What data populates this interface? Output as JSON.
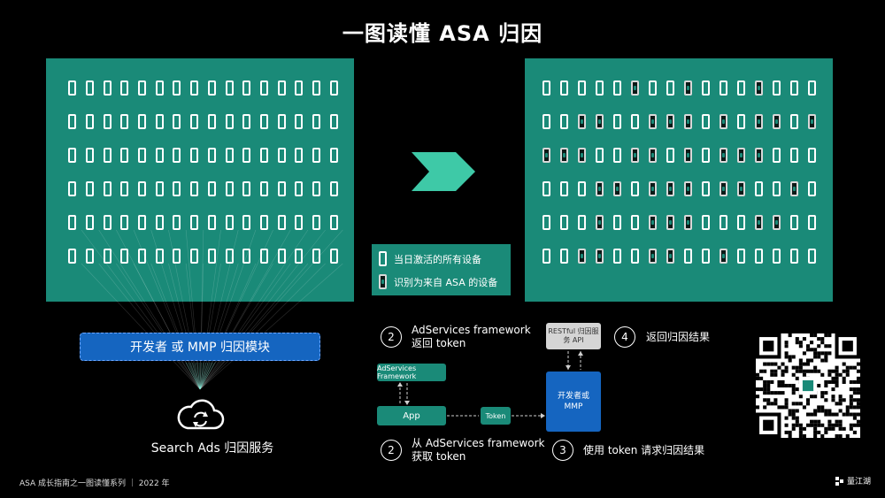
{
  "title": "一图读懂 ASA 归因",
  "legend": {
    "all_devices": "当日激活的所有设备",
    "asa_devices": "识别为来自 ASA 的设备"
  },
  "module_label": "开发者 或 MMP 归因模块",
  "search_ads_label": "Search Ads 归因服务",
  "flow": {
    "step2a_num": "2",
    "step2a_line1": "AdServices framework",
    "step2a_line2": "返回 token",
    "step4_num": "4",
    "step4_label": "返回归因结果",
    "step2b_num": "2",
    "step2b_line1": "从 AdServices framework",
    "step2b_line2": "获取 token",
    "step3_num": "3",
    "step3_label": "使用 token 请求归因结果",
    "box_framework": "AdServices Framework",
    "box_app": "App",
    "box_token": "Token",
    "box_restful_line1": "RESTful 归因服",
    "box_restful_line2": "务 API",
    "box_dev_line1": "开发者或",
    "box_dev_line2": "MMP"
  },
  "footer": "ASA 成长指南之一图读懂系列 ｜ 2022 年",
  "brand": "量江湖",
  "grid": {
    "rows": 6,
    "cols": 16,
    "asa_devices_by_row": [
      [
        5,
        8,
        12
      ],
      [
        2,
        3,
        6,
        7,
        8,
        10,
        12,
        13,
        15
      ],
      [
        0,
        1,
        2,
        5,
        6,
        8,
        10,
        11,
        12
      ],
      [
        3,
        4,
        6,
        7,
        8,
        10,
        11,
        14
      ],
      [
        3,
        6,
        7,
        8,
        12,
        13
      ],
      [
        2,
        3,
        6,
        7,
        10
      ]
    ]
  },
  "colors": {
    "panel": "#1a8a78",
    "module": "#1565c0",
    "arrow": "#3ec9a7"
  }
}
